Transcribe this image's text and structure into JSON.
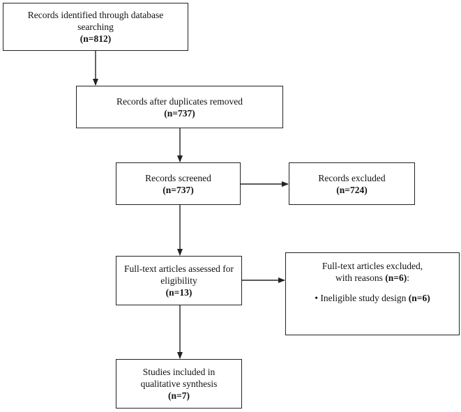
{
  "boxes": {
    "identified": {
      "line1": "Records identified through database",
      "line2": "searching",
      "count": "(n=812)"
    },
    "deduplicated": {
      "line1": "Records after duplicates removed",
      "count": "(n=737)"
    },
    "screened": {
      "line1": "Records screened",
      "count": "(n=737)"
    },
    "excluded": {
      "line1": "Records excluded",
      "count": "(n=724)"
    },
    "fulltext": {
      "line1": "Full-text articles assessed for",
      "line2": "eligibility",
      "count": "(n=13)"
    },
    "fulltext_excluded": {
      "line1": "Full-text articles excluded,",
      "line2_prefix": "with reasons ",
      "line2_count": "(n=6)",
      "line2_suffix": ":",
      "reason_bullet": "•",
      "reason_text": "Ineligible study design ",
      "reason_count": "(n=6)"
    },
    "included": {
      "line1": "Studies included in",
      "line2": "qualitative synthesis",
      "count": "(n=7)"
    }
  },
  "colors": {
    "line": "#222222",
    "background": "#ffffff"
  }
}
